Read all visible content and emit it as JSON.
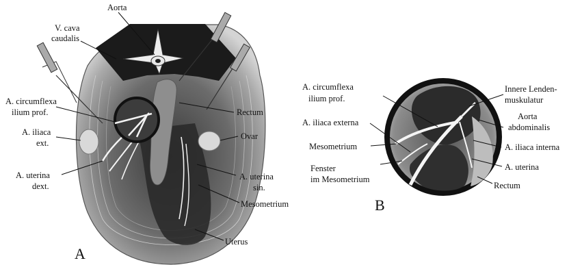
{
  "figure": {
    "panel_a_letter": "A",
    "panel_b_letter": "B"
  },
  "panel_a_labels": {
    "aorta": "Aorta",
    "v_cava_l1": "V. cava",
    "v_cava_l2": "caudalis",
    "circumflexa_l1": "A. circumflexa",
    "circumflexa_l2": "ilium prof.",
    "iliaca_l1": "A. iliaca",
    "iliaca_l2": "ext.",
    "uterina_dext_l1": "A. uterina",
    "uterina_dext_l2": "dext.",
    "rectum": "Rectum",
    "ovar": "Ovar",
    "uterina_sin_l1": "A. uterina",
    "uterina_sin_l2": "sin.",
    "mesometrium": "Mesometrium",
    "uterus": "Uterus"
  },
  "panel_b_labels": {
    "circumflexa_l1": "A. circumflexa",
    "circumflexa_l2": "ilium prof.",
    "iliaca_externa": "A. iliaca externa",
    "mesometrium": "Mesometrium",
    "fenster_l1": "Fenster",
    "fenster_l2": "im Mesometrium",
    "innere_l1": "Innere Lenden-",
    "innere_l2": "muskulatur",
    "aorta_abd_l1": "Aorta",
    "aorta_abd_l2": "abdominalis",
    "iliaca_interna": "A. iliaca interna",
    "uterina": "A. uterina",
    "rectum": "Rectum"
  }
}
